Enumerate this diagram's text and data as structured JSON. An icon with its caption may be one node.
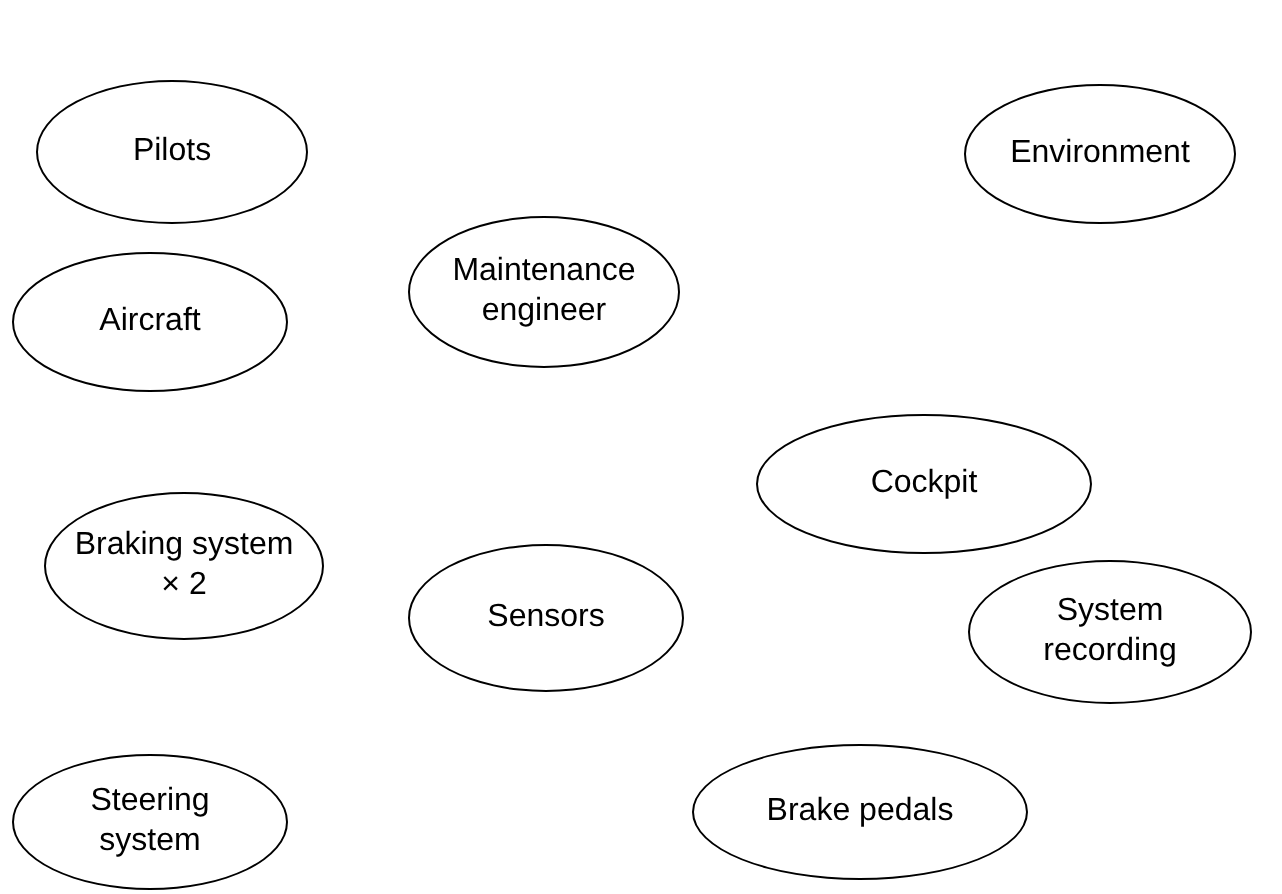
{
  "diagram": {
    "nodes": [
      {
        "text": [
          "Pilots"
        ]
      },
      {
        "text": [
          "Environment"
        ]
      },
      {
        "text": [
          "Maintenance engineer"
        ]
      },
      {
        "text": [
          "Aircraft"
        ]
      },
      {
        "text": [
          "Cockpit"
        ]
      },
      {
        "text": [
          "Braking system × 2"
        ]
      },
      {
        "text": [
          "Sensors"
        ]
      },
      {
        "text": [
          "System recording"
        ]
      },
      {
        "text": [
          "Steering system"
        ]
      },
      {
        "text": [
          "Brake pedals"
        ]
      }
    ]
  }
}
